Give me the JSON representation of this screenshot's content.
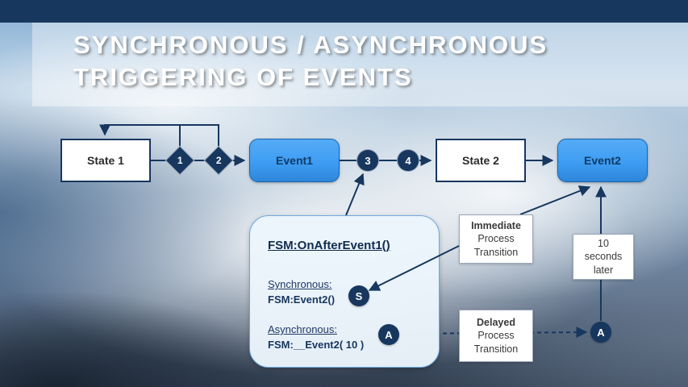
{
  "title": {
    "line1": "SYNCHRONOUS / ASYNCHRONOUS",
    "line2": "TRIGGERING OF EVENTS"
  },
  "flow": {
    "state1": "State 1",
    "step1": "1",
    "step2": "2",
    "event1": "Event1",
    "step3": "3",
    "step4": "4",
    "state2": "State 2",
    "event2": "Event2"
  },
  "callout": {
    "heading": "FSM:OnAfterEvent1()",
    "sync_label": "Synchronous:",
    "sync_code": "FSM:Event2()",
    "sync_badge": "S",
    "async_label": "Asynchronous:",
    "async_code": "FSM:__Event2( 10 )",
    "async_badge": "A"
  },
  "notes": {
    "immediate": {
      "line1": "Immediate",
      "line2": "Process",
      "line3": "Transition"
    },
    "ten_seconds": {
      "line1": "10",
      "line2": "seconds",
      "line3": "later"
    },
    "delayed": {
      "line1": "Delayed",
      "line2": "Process",
      "line3": "Transition"
    }
  },
  "badges": {
    "async_target": "A"
  },
  "colors": {
    "navy": "#17375E",
    "blue": "#3E9DF2",
    "top_bar": "#1F3C61"
  }
}
